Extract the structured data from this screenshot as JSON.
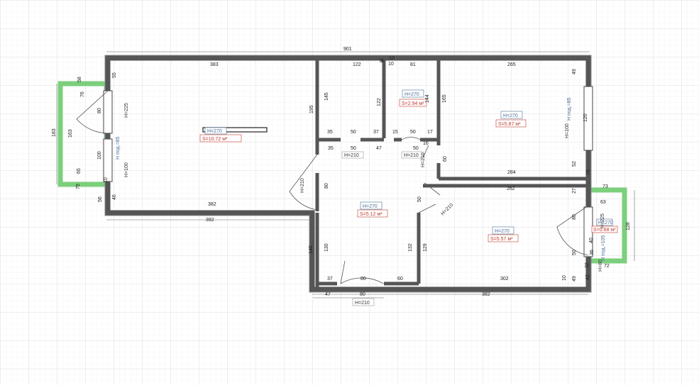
{
  "plan": {
    "overall_width": "901",
    "rooms": [
      {
        "id": "living",
        "height": "H=270",
        "area": "S=10.72 м²"
      },
      {
        "id": "bath",
        "height": "H=270",
        "area": "S=2.94 м²"
      },
      {
        "id": "bedroom",
        "height": "H=270",
        "area": "S=5.87 м²"
      },
      {
        "id": "hall",
        "height": "H=270",
        "area": "S=5.12 м²"
      },
      {
        "id": "kitchen",
        "height": "H=270",
        "area": "S=5.57 м²"
      },
      {
        "id": "balcony",
        "height": "H=270",
        "area": "S=0.68 м²"
      }
    ],
    "door_labels": {
      "entry": "H=210",
      "bath": "H=210",
      "storage": "H=210",
      "living": "H=210",
      "kitchen": "H=210",
      "bedroom": "H=210",
      "right_balcony": "H=225"
    },
    "window_labels": {
      "left_balcony_door": "H=225",
      "left_window": "H=100",
      "left_sill": "H под.=85",
      "bedroom_window": "H=100",
      "bedroom_sill": "H под.=85",
      "right_window": "H=80",
      "right_sill": "H под.=105"
    },
    "dims_top": [
      "383",
      "122",
      "8",
      "10",
      "81",
      "265",
      "10",
      "8"
    ],
    "dims_inner": [
      "35",
      "50",
      "37",
      "15",
      "50",
      "17",
      "35",
      "50",
      "47",
      "16",
      "50",
      "284",
      "382",
      "392",
      "262",
      "302",
      "37",
      "80",
      "60",
      "47",
      "80",
      "382",
      "73",
      "63",
      "72"
    ],
    "dims_side": [
      "58",
      "65",
      "183",
      "163",
      "76",
      "80",
      "100",
      "10",
      "75",
      "56",
      "46",
      "55",
      "195",
      "145",
      "122",
      "165",
      "144",
      "49",
      "120",
      "52",
      "79",
      "60",
      "50",
      "80",
      "130",
      "132",
      "129",
      "140",
      "27",
      "80",
      "50",
      "10",
      "32",
      "42",
      "49",
      "128",
      "36",
      "40"
    ]
  }
}
